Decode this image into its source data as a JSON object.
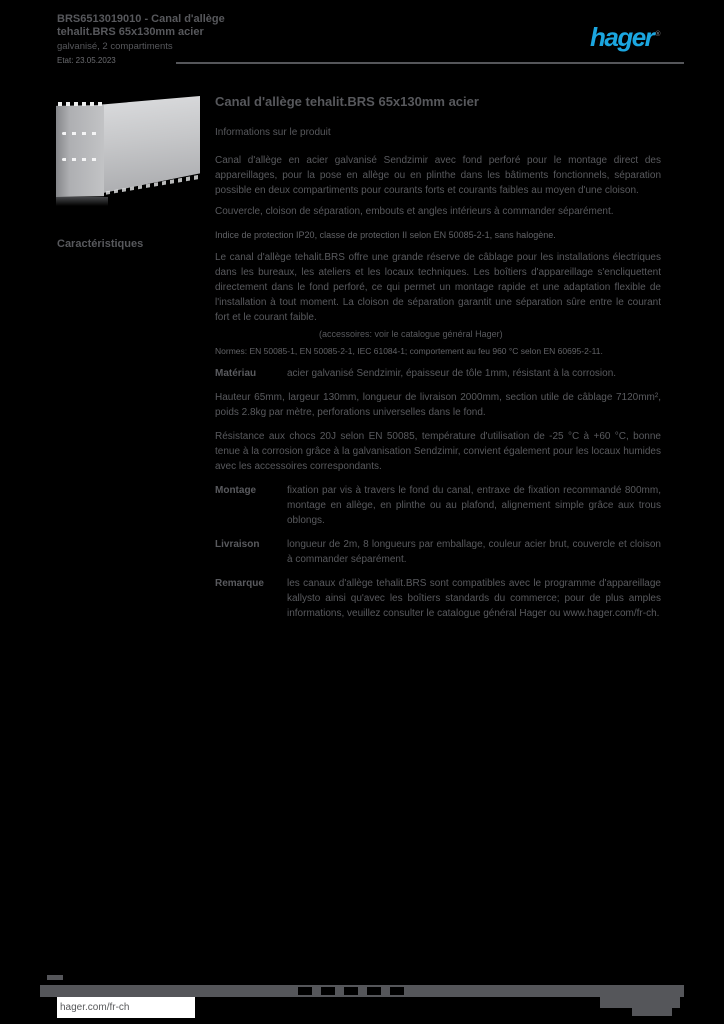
{
  "colors": {
    "background": "#000000",
    "text_gray": "#57585c",
    "brand_blue": "#1ba6e0",
    "footer_box": "#ffffff"
  },
  "header": {
    "ref_line1": "BRS6513019010 - Canal d'allège",
    "ref_line2": "tehalit.BRS 65x130mm acier",
    "ref_line3": "galvanisé, 2 compartiments",
    "state_line": "Etat: 23.05.2023",
    "logo_text": "hager",
    "registered_mark": "®"
  },
  "sidebar": {
    "label": "Caractéristiques"
  },
  "product": {
    "title": "Canal d'allège tehalit.BRS 65x130mm acier",
    "subtitle": "Informations sur le produit",
    "description": "Canal d'allège en acier galvanisé Sendzimir avec fond perforé pour le montage direct des appareillages, pour la pose en allège ou en plinthe dans les bâtiments fonctionnels, séparation possible en deux compartiments pour courants forts et courants faibles au moyen d'une cloison.",
    "note": "Couvercle, cloison de séparation, embouts et angles intérieurs à commander séparément.",
    "material_note": "Indice de protection IP20, classe de protection II selon EN 50085-2-1, sans halogène.",
    "para2": "Le canal d'allège tehalit.BRS offre une grande réserve de câblage pour les installations électriques dans les bureaux, les ateliers et les locaux techniques. Les boîtiers d'appareillage s'encliquettent directement dans le fond perforé, ce qui permet un montage rapide et une adaptation flexible de l'installation à tout moment. La cloison de séparation garantit une séparation sûre entre le courant fort et le courant faible.",
    "accessories_note": "(accessoires: voir le catalogue général Hager)",
    "norms": "Normes: EN 50085-1, EN 50085-2-1, IEC 61084-1; comportement au feu 960 °C selon EN 60695-2-11."
  },
  "specs": {
    "rows": [
      {
        "term": "Matériau",
        "def": "acier galvanisé Sendzimir, épaisseur de tôle 1mm, résistant à la corrosion."
      }
    ],
    "para_dimensions": "Hauteur 65mm, largeur 130mm, longueur de livraison 2000mm, section utile de câblage 7120mm², poids 2.8kg par mètre, perforations universelles dans le fond.",
    "para_resistance": "Résistance aux chocs 20J selon EN 50085, température d'utilisation de -25 °C à +60 °C, bonne tenue à la corrosion grâce à la galvanisation Sendzimir, convient également pour les locaux humides avec les accessoires correspondants.",
    "rows2": [
      {
        "term": "Montage",
        "def": "fixation par vis à travers le fond du canal, entraxe de fixation recommandé 800mm, montage en allège, en plinthe ou au plafond, alignement simple grâce aux trous oblongs."
      },
      {
        "term": "Livraison",
        "def": "longueur de 2m, 8 longueurs par emballage, couleur acier brut, couvercle et cloison à commander séparément."
      },
      {
        "term": "Remarque",
        "def": "les canaux d'allège tehalit.BRS sont compatibles avec le programme d'appareillage kallysto ainsi qu'avec les boîtiers standards du commerce; pour de plus amples informations, veuillez consulter le catalogue général Hager ou www.hager.com/fr-ch."
      }
    ]
  },
  "footer": {
    "url": "hager.com/fr-ch"
  }
}
